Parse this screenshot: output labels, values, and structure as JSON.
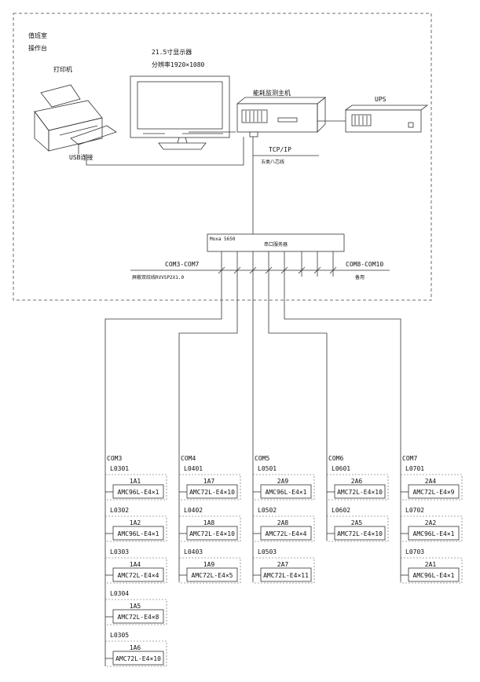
{
  "room": {
    "line1": "值班室",
    "line2": "操作台"
  },
  "monitor": {
    "line1": "21.5寸显示器",
    "line2": "分辨率1920×1080"
  },
  "printer": {
    "label": "打印机",
    "usb": "USB连接"
  },
  "host": {
    "label": "能耗监测主机"
  },
  "ups": {
    "label": "UPS"
  },
  "network": {
    "tcp": "TCP/IP",
    "cable": "五类八芯线"
  },
  "server": {
    "tag": "Moxa 5650",
    "label": "串口服务器"
  },
  "bus": {
    "left_label": "COM3-COM7",
    "left_sub": "屏蔽双绞线RVVSP2X1.0",
    "right_label": "COM8-COM10",
    "right_sub": "备用"
  },
  "columns": [
    {
      "com": "COM3",
      "loops": [
        {
          "id": "L0301",
          "panel": "1A1",
          "meter": "AMC96L-E4×1"
        },
        {
          "id": "L0302",
          "panel": "1A2",
          "meter": "AMC96L-E4×1"
        },
        {
          "id": "L0303",
          "panel": "1A4",
          "meter": "AMC72L-E4×4"
        },
        {
          "id": "L0304",
          "panel": "1A5",
          "meter": "AMC72L-E4×8"
        },
        {
          "id": "L0305",
          "panel": "1A6",
          "meter": "AMC72L-E4×10"
        }
      ]
    },
    {
      "com": "COM4",
      "loops": [
        {
          "id": "L0401",
          "panel": "1A7",
          "meter": "AMC72L-E4×10"
        },
        {
          "id": "L0402",
          "panel": "1A8",
          "meter": "AMC72L-E4×10"
        },
        {
          "id": "L0403",
          "panel": "1A9",
          "meter": "AMC72L-E4×5"
        }
      ]
    },
    {
      "com": "COM5",
      "loops": [
        {
          "id": "L0501",
          "panel": "2A9",
          "meter": "AMC96L-E4×1"
        },
        {
          "id": "L0502",
          "panel": "2A8",
          "meter": "AMC72L-E4×4"
        },
        {
          "id": "L0503",
          "panel": "2A7",
          "meter": "AMC72L-E4×11"
        }
      ]
    },
    {
      "com": "COM6",
      "loops": [
        {
          "id": "L0601",
          "panel": "2A6",
          "meter": "AMC72L-E4×10"
        },
        {
          "id": "L0602",
          "panel": "2A5",
          "meter": "AMC72L-E4×10"
        }
      ]
    },
    {
      "com": "COM7",
      "loops": [
        {
          "id": "L0701",
          "panel": "2A4",
          "meter": "AMC72L-E4×9"
        },
        {
          "id": "L0702",
          "panel": "2A2",
          "meter": "AMC96L-E4×1"
        },
        {
          "id": "L0703",
          "panel": "2A1",
          "meter": "AMC96L-E4×1"
        }
      ]
    }
  ]
}
